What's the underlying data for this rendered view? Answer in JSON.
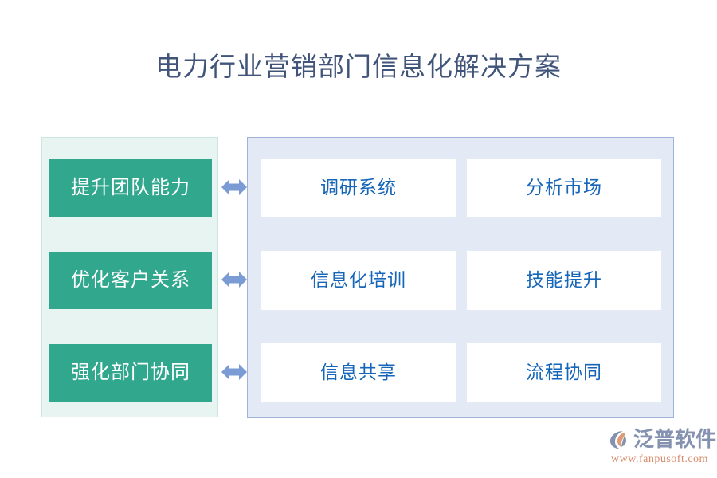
{
  "page": {
    "title": "电力行业营销部门信息化解决方案",
    "background": "#ffffff"
  },
  "colors": {
    "title_text": "#41547a",
    "goal_box_fill": "#31a78e",
    "goal_box_text": "#ffffff",
    "left_panel_fill": "#e8f4f1",
    "left_panel_border": "#c9e7de",
    "capability_box_fill": "#ffffff",
    "capability_box_text": "#1565b8",
    "right_panel_fill": "#e4eaf5",
    "right_panel_border": "#9fb3da",
    "arrow_fill": "#7a9bd4",
    "logo_name": "#8492b0",
    "logo_url": "#d88a6a",
    "logo_mark_primary": "#8492b0",
    "logo_mark_accent": "#e09a74"
  },
  "left_panel": {
    "name": "goals-panel",
    "items": [
      {
        "label": "提升团队能力"
      },
      {
        "label": "优化客户关系"
      },
      {
        "label": "强化部门协同"
      }
    ]
  },
  "arrows": [
    {
      "icon": "double-arrow-horizontal-icon"
    },
    {
      "icon": "double-arrow-horizontal-icon"
    },
    {
      "icon": "double-arrow-horizontal-icon"
    }
  ],
  "right_panel": {
    "name": "capabilities-panel",
    "rows": [
      {
        "cells": [
          {
            "label": "调研系统"
          },
          {
            "label": "分析市场"
          }
        ]
      },
      {
        "cells": [
          {
            "label": "信息化培训"
          },
          {
            "label": "技能提升"
          }
        ]
      },
      {
        "cells": [
          {
            "label": "信息共享"
          },
          {
            "label": "流程协同"
          }
        ]
      }
    ]
  },
  "logo": {
    "icon": "fanpu-logo-icon",
    "name": "泛普软件",
    "url": "www.fanpusoft.com"
  }
}
